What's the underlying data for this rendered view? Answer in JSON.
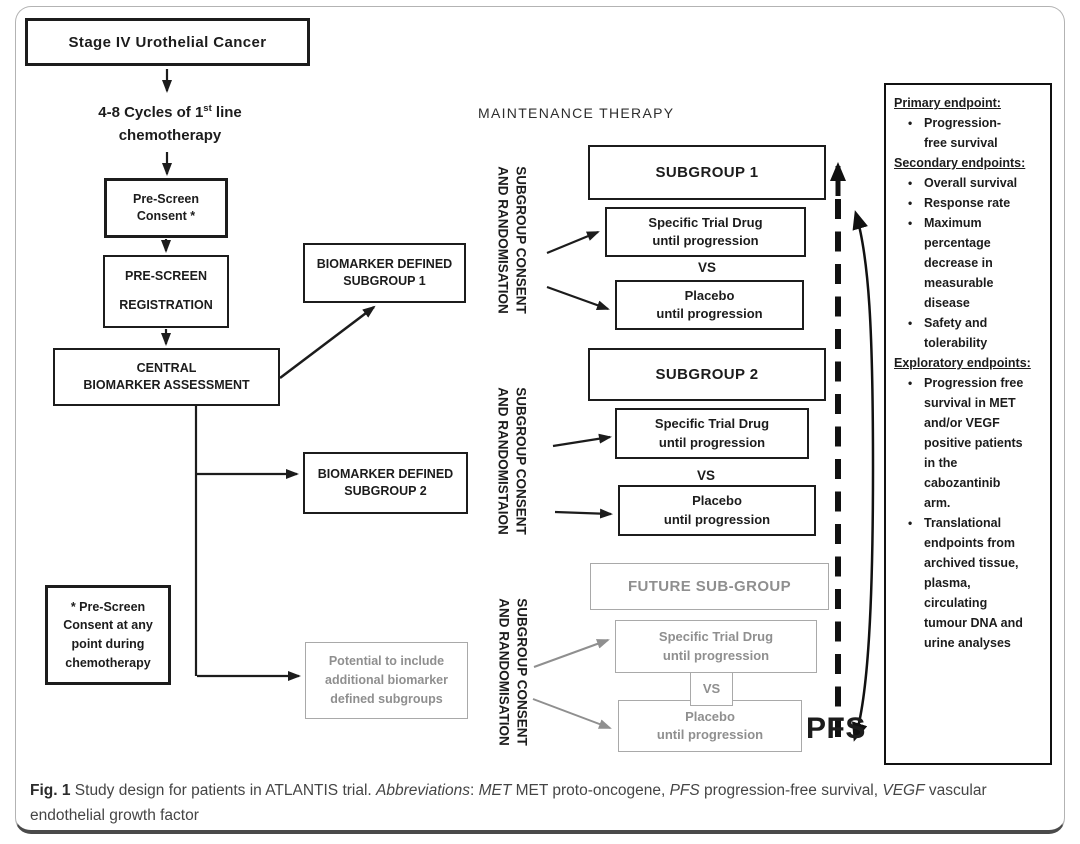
{
  "flow": {
    "stage": "Stage IV Urothelial Cancer",
    "chemo": {
      "pre": "4-8 Cycles of 1",
      "sup": "st",
      "post": " line",
      "line2": "chemotherapy"
    },
    "prescreen_consent": {
      "l1": "Pre-Screen",
      "l2": "Consent *"
    },
    "registration": {
      "l1": "PRE-SCREEN",
      "l2": "REGISTRATION"
    },
    "central": {
      "l1": "CENTRAL",
      "l2": "BIOMARKER ASSESSMENT"
    },
    "note": "* Pre-Screen Consent at any point during chemotherapy",
    "bds1": {
      "l1": "BIOMARKER DEFINED",
      "l2": "SUBGROUP 1"
    },
    "bds2": {
      "l1": "BIOMARKER DEFINED",
      "l2": "SUBGROUP 2"
    },
    "potential": "Potential to include additional biomarker defined subgroups"
  },
  "maintenance": {
    "title": "MAINTENANCE THERAPY",
    "rot1": {
      "l1": "SUBGROUP CONSENT",
      "l2": "AND RANDOMISATION"
    },
    "rot2": {
      "l1": "SUBGROUP CONSENT",
      "l2": "AND RANDOMISTAION"
    },
    "rot3": {
      "l1": "SUBGROUP CONSENT",
      "l2": "AND RANDOMISATION"
    },
    "sg1": {
      "title": "SUBGROUP 1",
      "drug_l1": "Specific Trial Drug",
      "drug_l2": "until progression",
      "vs": "VS",
      "placebo_l1": "Placebo",
      "placebo_l2": "until progression"
    },
    "sg2": {
      "title": "SUBGROUP 2",
      "drug_l1": "Specific Trial Drug",
      "drug_l2": "until progression",
      "vs": "VS",
      "placebo_l1": "Placebo",
      "placebo_l2": "until progression"
    },
    "future": {
      "title": "FUTURE SUB-GROUP",
      "drug_l1": "Specific Trial Drug",
      "drug_l2": "until progression",
      "vs": "VS",
      "placebo_l1": "Placebo",
      "placebo_l2": "until progression"
    },
    "pfs": "PFS"
  },
  "endpoints": {
    "primary_heading": "Primary endpoint:",
    "primary_items": [
      "Progression-free survival"
    ],
    "secondary_heading": "Secondary endpoints:",
    "secondary_items": [
      "Overall survival",
      "Response rate",
      "Maximum percentage decrease in measurable disease",
      "Safety and tolerability"
    ],
    "exploratory_heading": "Exploratory endpoints:",
    "exploratory_items": [
      "Progression free survival in MET and/or VEGF positive patients in the cabozantinib arm.",
      "Translational endpoints from archived tissue, plasma, circulating tumour DNA and urine analyses"
    ]
  },
  "caption": {
    "fig": "Fig. 1",
    "body": "Study design for patients in ATLANTIS trial.",
    "abbrev": "Abbreviations",
    "sep": ":",
    "met_abbr": "MET",
    "met_def": "MET proto-oncogene,",
    "pfs_abbr": "PFS",
    "pfs_def": "progression-free survival,",
    "vegf_abbr": "VEGF",
    "vegf_def": "vascular endothelial growth factor"
  },
  "colors": {
    "line_black": "#1c1c1c",
    "line_gray": "#8f8f8f",
    "gray_border": "#a9a9a9",
    "gray_text": "#8f8f8f"
  }
}
